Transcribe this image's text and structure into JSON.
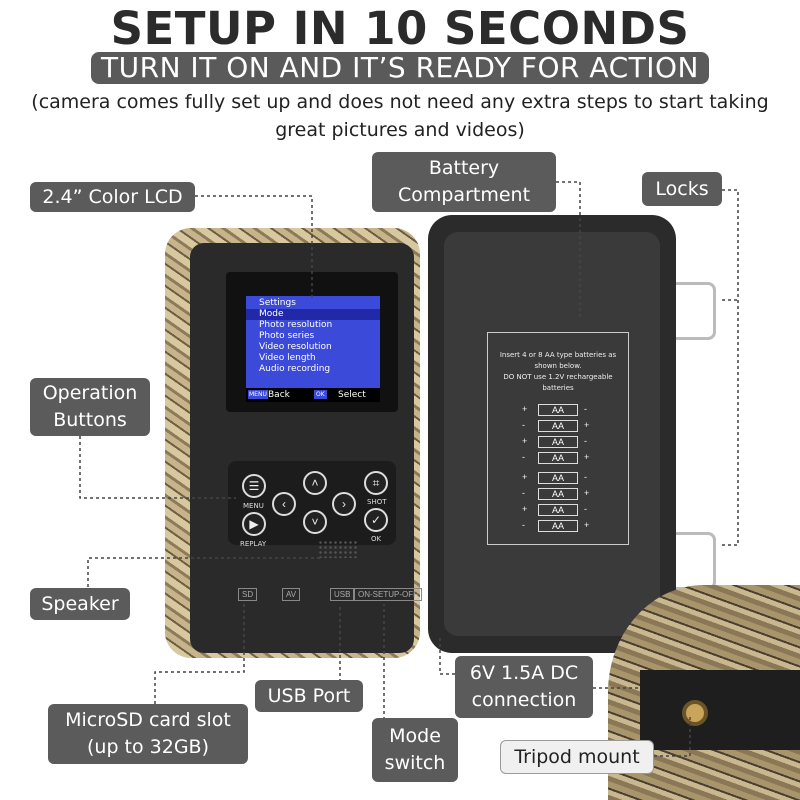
{
  "header": {
    "title": "SETUP IN 10 SECONDS",
    "subtitle": "TURN IT ON AND IT’S READY FOR ACTION",
    "note": "(camera comes fully set up and does not need any extra steps to start taking great pictures and videos)"
  },
  "callouts": {
    "lcd": "2.4” Color LCD",
    "battery": "Battery Compartment",
    "locks": "Locks",
    "operation_buttons": "Operation Buttons",
    "speaker": "Speaker",
    "usb_port": "USB Port",
    "microsd": "MicroSD card slot (up to 32GB)",
    "mode_switch": "Mode switch",
    "dc_connection": "6V 1.5A DC connection",
    "tripod": "Tripod mount"
  },
  "screen": {
    "title": "Settings",
    "items": [
      "Mode",
      "Photo resolution",
      "Photo series",
      "Video resolution",
      "Video length",
      "Audio recording"
    ],
    "back": "Back",
    "select": "Select",
    "menu_key": "MENU",
    "ok_key": "OK"
  },
  "buttons": {
    "menu": "MENU",
    "replay": "REPLAY",
    "shot": "SHOT",
    "ok": "OK"
  },
  "ports": {
    "sd": "SD",
    "av": "AV",
    "usb": "USB",
    "switch": "ON-SETUP-OFF"
  },
  "battery_card": {
    "text": "Insert 4 or 8 AA type batteries as shown below.",
    "warning": "DO NOT use 1.2V rechargeable batteries",
    "cell_label": "AA"
  },
  "colors": {
    "label_bg": "#5b5b5b",
    "lcd_bg": "#3b4ad8",
    "housing": "#2b2b2b"
  }
}
